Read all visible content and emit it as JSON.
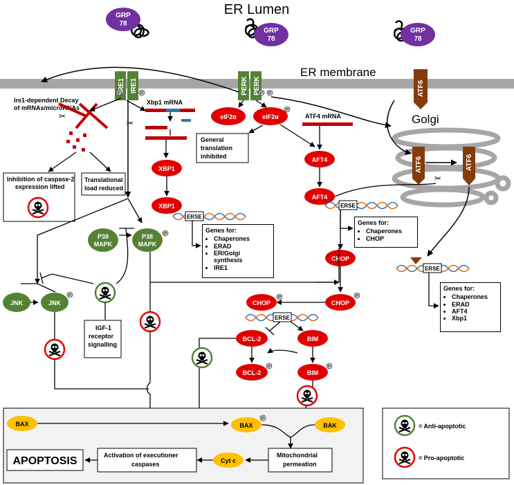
{
  "regions": {
    "er_lumen": "ER Lumen",
    "er_membrane": "ER membrane",
    "golgi": "Golgi"
  },
  "proteins": {
    "grp78": "GRP 78",
    "ire1": "IRE1",
    "perk": "PERK",
    "atf6": "ATF6",
    "eif2a": "eIF2α",
    "xbp1": "XBP1",
    "aft4": "AFT4",
    "chop": "CHOP",
    "bcl2": "BCL-2",
    "bim": "BIM",
    "bax": "BAX",
    "bak": "BAK",
    "cytc": "Cyt c",
    "jnk": "JNK",
    "p38": "P38 MAPK",
    "p": "P",
    "erse": "ERSE"
  },
  "labels": {
    "ire1_decay": "Ire1-dependent Decay of mRNAs/microRNAs",
    "xbp1_mrna": "Xbp1 mRNA",
    "atf4_mrna": "ATF4 mRNA",
    "general_translation": "General translation inhibited",
    "inhibition_caspase2": "Inhibition of caspase-2 expression lifted",
    "translational_load": "Translational load reduced",
    "igf1": "IGF-1 receptor signalling",
    "apoptosis": "APOPTOSIS",
    "activation_caspases": "Activation of executioner caspases",
    "mito_perm": "Mitochondrial permeation"
  },
  "genes_xbp1": {
    "title": "Genes for:",
    "items": [
      "Chaperones",
      "ERAD",
      "ER/Golgi synthesis",
      "IRE1"
    ]
  },
  "genes_atf4": {
    "title": "Genes for:",
    "items": [
      "Chaperones",
      "CHOP"
    ]
  },
  "genes_atf6": {
    "title": "Genes for:",
    "items": [
      "Chaperones",
      "ERAD",
      "AFT4",
      "Xbp1"
    ]
  },
  "legend": {
    "anti": "= Anti-apoptotic",
    "pro": "= Pro-apoptotic"
  },
  "colors": {
    "grp78": "#7030a0",
    "green": "#548235",
    "red": "#e00000",
    "yellow": "#ffc000",
    "brown": "#843c0c",
    "membrane": "#a6a6a6",
    "apoptosis_bg": "#f2f2f2"
  }
}
